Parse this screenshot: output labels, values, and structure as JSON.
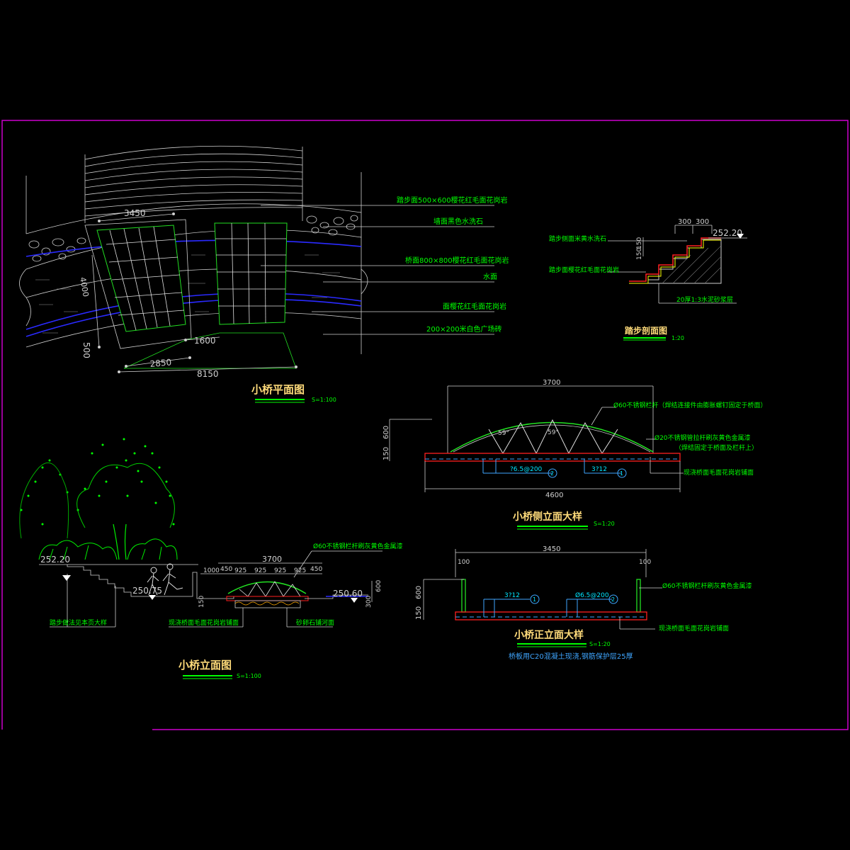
{
  "frame_color": "#cc00cc",
  "colors": {
    "text": "#00ff00",
    "title": "#ffdb7a",
    "lines": "#ffffff",
    "water": "#2a2aff",
    "deck": "#ff2020",
    "callout": "#00ffff"
  },
  "plan": {
    "title": "小桥平面图",
    "scale": "S=1:100",
    "dims": {
      "d3450": "3450",
      "d2850": "2850",
      "d8150": "8150",
      "d1600": "1600",
      "d500": "500",
      "d4000": "4000"
    },
    "callouts": [
      "踏步面500×600樱花红毛面花岗岩",
      "墙面黑色水洗石",
      "桥面800×800樱花红毛面花岗岩",
      "水面",
      "面樱花红毛面花岗岩",
      "200×200米白色广场砖"
    ]
  },
  "step_section": {
    "title": "踏步剖面图",
    "scale": "1:20",
    "elevation": "252.20",
    "dims": {
      "a": "300",
      "b": "300",
      "h1": "150",
      "h2": "150"
    },
    "callouts": [
      "踏步侧面米黄水洗石",
      "踏步面樱花红毛面花岗岩",
      "20厚1:3水泥砂浆层"
    ]
  },
  "side_elev": {
    "title": "小桥侧立面大样",
    "scale": "S=1:20",
    "dims": {
      "span": "3700",
      "total": "4600",
      "h600": "600",
      "h150": "150"
    },
    "angles": [
      "59°",
      "59°"
    ],
    "rebar": [
      "?6.5@200",
      "3?12"
    ],
    "markers": [
      "2",
      "1"
    ],
    "callouts": [
      "Ø60不锈钢栏杆（焊结连接件由膨胀螺钉固定于桥面）",
      "Ø20不锈钢管拉杆刷灰黄色金属漆",
      "（焊结固定于桥面及栏杆上）",
      "现浇桥面毛面花岗岩铺面"
    ]
  },
  "bridge_elev": {
    "title": "小桥立面图",
    "scale": "S=1:100",
    "elev_left": "252.20",
    "elev_mid": "250.75",
    "elev_right": "250.60",
    "dims": {
      "span": "3700",
      "d1000": "1000",
      "d450a": "450",
      "d925a": "925",
      "d925b": "925",
      "d925c": "925",
      "d925d": "925",
      "d450b": "450",
      "h600": "600",
      "h150": "150",
      "h300": "300"
    },
    "callouts": [
      "Ø60不锈钢栏杆刷灰黄色金属漆",
      "踏步做法见本页大样",
      "现浇桥面毛面花岗岩铺面",
      "砂卵石铺河面"
    ]
  },
  "front_elev": {
    "title": "小桥正立面大样",
    "scale": "S=1:20",
    "note": "桥板用C20混凝土现浇,钢筋保护层25厚",
    "dims": {
      "width": "3450",
      "l100": "100",
      "r100": "100",
      "h600": "600",
      "h150": "150"
    },
    "rebar": [
      "3?12",
      "Ø6.5@200"
    ],
    "markers": [
      "1",
      "2"
    ],
    "callouts": [
      "Ø60不锈钢栏杆刷灰黄色金属漆",
      "现浇桥面毛面花岗岩铺面"
    ]
  }
}
